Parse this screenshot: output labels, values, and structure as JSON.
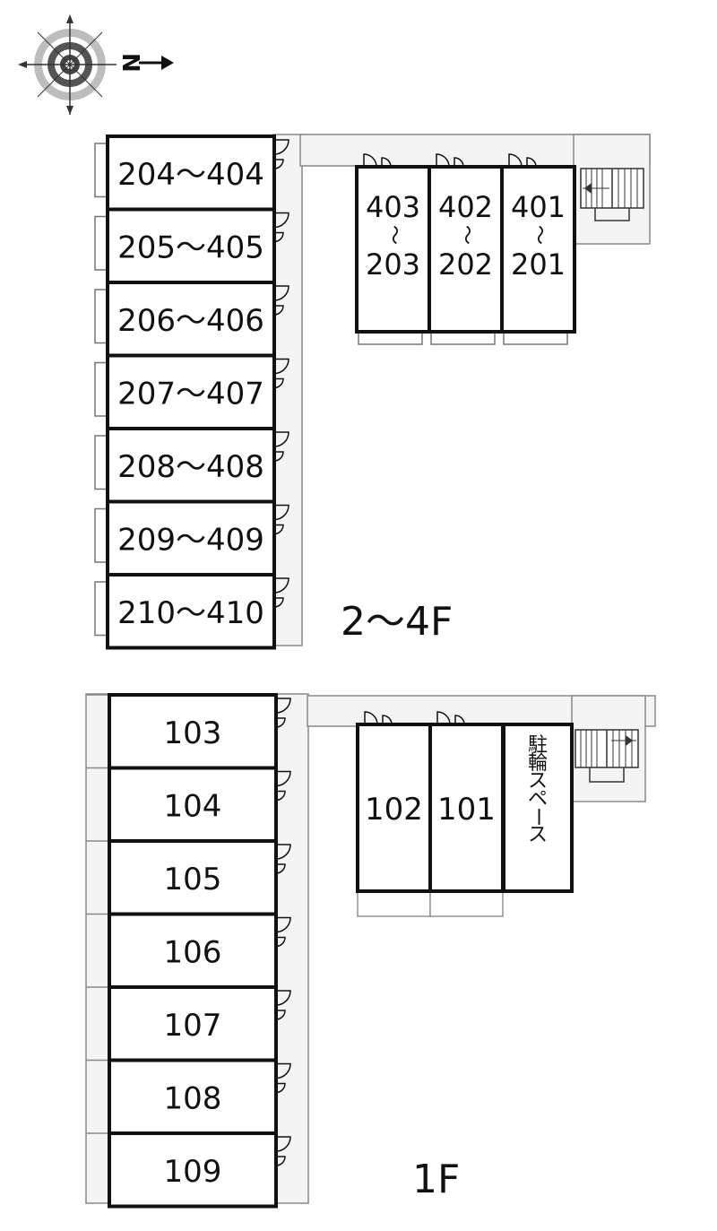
{
  "compass": {
    "north_label": "N",
    "icon": "compass-rose-icon"
  },
  "upper": {
    "floor_label": "2〜4F",
    "west_units": [
      "204〜404",
      "205〜405",
      "206〜406",
      "207〜407",
      "208〜408",
      "209〜409",
      "210〜410"
    ],
    "north_units": [
      {
        "top": "403",
        "sep": "〜",
        "bottom": "203"
      },
      {
        "top": "402",
        "sep": "〜",
        "bottom": "202"
      },
      {
        "top": "401",
        "sep": "〜",
        "bottom": "201"
      }
    ]
  },
  "lower": {
    "floor_label": "1F",
    "west_units": [
      "103",
      "104",
      "105",
      "106",
      "107",
      "108",
      "109"
    ],
    "north_units": [
      "102",
      "101"
    ],
    "bike_space": [
      "駐",
      "輪",
      "ス",
      "ペ",
      "ー",
      "ス"
    ]
  },
  "colors": {
    "wall": "#111111",
    "corridor": "#f4f4f4",
    "corridor_line": "#888888"
  }
}
